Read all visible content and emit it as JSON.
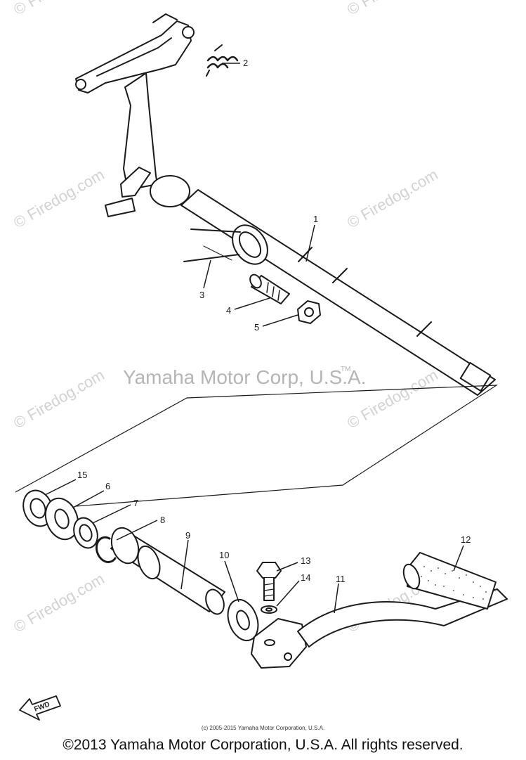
{
  "watermark": {
    "text": "© Firedog.com"
  },
  "brand_watermark": {
    "text": "Yamaha Motor Corp, U.S.A.",
    "tm": "TM"
  },
  "direction_arrow": {
    "label": "FWD"
  },
  "callouts": [
    {
      "id": "1",
      "label": "1"
    },
    {
      "id": "2",
      "label": "2"
    },
    {
      "id": "3",
      "label": "3"
    },
    {
      "id": "4",
      "label": "4"
    },
    {
      "id": "5",
      "label": "5"
    },
    {
      "id": "6",
      "label": "6"
    },
    {
      "id": "7",
      "label": "7"
    },
    {
      "id": "8",
      "label": "8"
    },
    {
      "id": "9",
      "label": "9"
    },
    {
      "id": "10",
      "label": "10"
    },
    {
      "id": "11",
      "label": "11"
    },
    {
      "id": "12",
      "label": "12"
    },
    {
      "id": "13",
      "label": "13"
    },
    {
      "id": "14",
      "label": "14"
    },
    {
      "id": "15",
      "label": "15"
    }
  ],
  "small_copyright": "(c) 2005-2015 Yamaha Motor Corporation, U.S.A.",
  "footer_copyright": "©2013 Yamaha Motor Corporation, U.S.A. All rights reserved."
}
